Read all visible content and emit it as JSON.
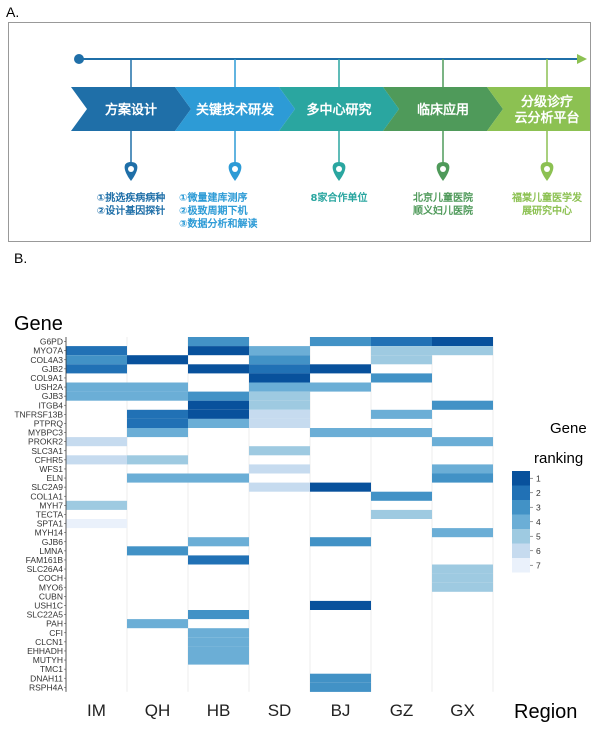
{
  "panel_a": {
    "label": "A.",
    "stages": [
      {
        "name": "方案设计",
        "color": "#1f6fa8",
        "points": [
          "①挑选疾病病种",
          "②设计基因探针"
        ]
      },
      {
        "name": "关键技术研发",
        "color": "#2d9bd6",
        "points": [
          "①微量建库测序",
          "②极致周期下机",
          "③数据分析和解读"
        ]
      },
      {
        "name": "多中心研究",
        "color": "#2aa6a0",
        "points": [
          "8家合作单位"
        ]
      },
      {
        "name": "临床应用",
        "color": "#4f9a5a",
        "points": [
          "北京儿童医院",
          "顺义妇儿医院"
        ]
      },
      {
        "name": "分级诊疗 云分析平台",
        "color": "#8cc152",
        "points": [
          "福棠儿童医学发",
          "展研究中心"
        ]
      }
    ]
  },
  "panel_b": {
    "label": "B.",
    "y_title": "Gene",
    "x_title": "Region",
    "legend_title_1": "Gene",
    "legend_title_2": "ranking",
    "legend_levels": [
      "1",
      "2",
      "3",
      "4",
      "5",
      "6",
      "7"
    ],
    "legend_colors": [
      "#08306b",
      "#08519c",
      "#2171b5",
      "#4292c6",
      "#6baed6",
      "#9ecae1",
      "#c6dbef",
      "#eaf1fb"
    ],
    "chart_data": {
      "type": "heatmap",
      "x_title": "Region",
      "y_title": "Gene",
      "regions": [
        "IM",
        "QH",
        "HB",
        "SD",
        "BJ",
        "GZ",
        "GX"
      ],
      "genes": [
        "G6PD",
        "MYO7A",
        "COL4A3",
        "GJB2",
        "COL9A1",
        "USH2A",
        "GJB3",
        "ITGB4",
        "TNFRSF13B",
        "PTPRQ",
        "MYBPC3",
        "PROKR2",
        "SLC3A1",
        "CFHR5",
        "WFS1",
        "ELN",
        "SLC2A9",
        "COL1A1",
        "MYH7",
        "TECTA",
        "SPTA1",
        "MYH14",
        "GJB6",
        "LMNA",
        "FAM161B",
        "SLC26A4",
        "COCH",
        "MYO6",
        "CUBN",
        "USH1C",
        "SLC22A5",
        "PAH",
        "CFI",
        "CLCN1",
        "EHHADH",
        "MUTYH",
        "TMC1",
        "DNAH11",
        "RSPH4A"
      ],
      "legend": "Gene ranking",
      "levels": [
        1,
        2,
        3,
        4,
        5,
        6,
        7
      ],
      "cells": [
        {
          "gene": "G6PD",
          "region": "HB",
          "rank": 3
        },
        {
          "gene": "G6PD",
          "region": "BJ",
          "rank": 3
        },
        {
          "gene": "G6PD",
          "region": "GZ",
          "rank": 2
        },
        {
          "gene": "G6PD",
          "region": "GX",
          "rank": 1
        },
        {
          "gene": "MYO7A",
          "region": "IM",
          "rank": 2
        },
        {
          "gene": "MYO7A",
          "region": "HB",
          "rank": 1
        },
        {
          "gene": "MYO7A",
          "region": "SD",
          "rank": 4
        },
        {
          "gene": "MYO7A",
          "region": "GZ",
          "rank": 5
        },
        {
          "gene": "MYO7A",
          "region": "GX",
          "rank": 5
        },
        {
          "gene": "COL4A3",
          "region": "IM",
          "rank": 3
        },
        {
          "gene": "COL4A3",
          "region": "QH",
          "rank": 1
        },
        {
          "gene": "COL4A3",
          "region": "SD",
          "rank": 3
        },
        {
          "gene": "COL4A3",
          "region": "GZ",
          "rank": 5
        },
        {
          "gene": "GJB2",
          "region": "IM",
          "rank": 2
        },
        {
          "gene": "GJB2",
          "region": "HB",
          "rank": 1
        },
        {
          "gene": "GJB2",
          "region": "SD",
          "rank": 2
        },
        {
          "gene": "GJB2",
          "region": "BJ",
          "rank": 1
        },
        {
          "gene": "COL9A1",
          "region": "SD",
          "rank": 1
        },
        {
          "gene": "COL9A1",
          "region": "GZ",
          "rank": 3
        },
        {
          "gene": "USH2A",
          "region": "IM",
          "rank": 4
        },
        {
          "gene": "USH2A",
          "region": "QH",
          "rank": 4
        },
        {
          "gene": "USH2A",
          "region": "SD",
          "rank": 4
        },
        {
          "gene": "USH2A",
          "region": "BJ",
          "rank": 4
        },
        {
          "gene": "GJB3",
          "region": "IM",
          "rank": 4
        },
        {
          "gene": "GJB3",
          "region": "QH",
          "rank": 4
        },
        {
          "gene": "GJB3",
          "region": "HB",
          "rank": 3
        },
        {
          "gene": "GJB3",
          "region": "SD",
          "rank": 5
        },
        {
          "gene": "ITGB4",
          "region": "HB",
          "rank": 1
        },
        {
          "gene": "ITGB4",
          "region": "SD",
          "rank": 5
        },
        {
          "gene": "ITGB4",
          "region": "GX",
          "rank": 3
        },
        {
          "gene": "TNFRSF13B",
          "region": "QH",
          "rank": 2
        },
        {
          "gene": "TNFRSF13B",
          "region": "HB",
          "rank": 1
        },
        {
          "gene": "TNFRSF13B",
          "region": "SD",
          "rank": 6
        },
        {
          "gene": "TNFRSF13B",
          "region": "GZ",
          "rank": 4
        },
        {
          "gene": "PTPRQ",
          "region": "QH",
          "rank": 2
        },
        {
          "gene": "PTPRQ",
          "region": "HB",
          "rank": 4
        },
        {
          "gene": "PTPRQ",
          "region": "SD",
          "rank": 6
        },
        {
          "gene": "MYBPC3",
          "region": "QH",
          "rank": 4
        },
        {
          "gene": "MYBPC3",
          "region": "BJ",
          "rank": 4
        },
        {
          "gene": "MYBPC3",
          "region": "GZ",
          "rank": 4
        },
        {
          "gene": "PROKR2",
          "region": "IM",
          "rank": 6
        },
        {
          "gene": "PROKR2",
          "region": "GX",
          "rank": 4
        },
        {
          "gene": "SLC3A1",
          "region": "SD",
          "rank": 5
        },
        {
          "gene": "CFHR5",
          "region": "IM",
          "rank": 6
        },
        {
          "gene": "CFHR5",
          "region": "QH",
          "rank": 5
        },
        {
          "gene": "WFS1",
          "region": "SD",
          "rank": 6
        },
        {
          "gene": "WFS1",
          "region": "GX",
          "rank": 4
        },
        {
          "gene": "ELN",
          "region": "QH",
          "rank": 4
        },
        {
          "gene": "ELN",
          "region": "HB",
          "rank": 4
        },
        {
          "gene": "ELN",
          "region": "GX",
          "rank": 3
        },
        {
          "gene": "SLC2A9",
          "region": "SD",
          "rank": 6
        },
        {
          "gene": "SLC2A9",
          "region": "BJ",
          "rank": 1
        },
        {
          "gene": "COL1A1",
          "region": "GZ",
          "rank": 3
        },
        {
          "gene": "MYH7",
          "region": "IM",
          "rank": 5
        },
        {
          "gene": "TECTA",
          "region": "GZ",
          "rank": 5
        },
        {
          "gene": "SPTA1",
          "region": "IM",
          "rank": 7
        },
        {
          "gene": "MYH14",
          "region": "GX",
          "rank": 4
        },
        {
          "gene": "GJB6",
          "region": "HB",
          "rank": 4
        },
        {
          "gene": "GJB6",
          "region": "BJ",
          "rank": 3
        },
        {
          "gene": "LMNA",
          "region": "QH",
          "rank": 3
        },
        {
          "gene": "FAM161B",
          "region": "HB",
          "rank": 2
        },
        {
          "gene": "SLC26A4",
          "region": "GX",
          "rank": 5
        },
        {
          "gene": "COCH",
          "region": "GX",
          "rank": 5
        },
        {
          "gene": "MYO6",
          "region": "GX",
          "rank": 5
        },
        {
          "gene": "USH1C",
          "region": "BJ",
          "rank": 1
        },
        {
          "gene": "SLC22A5",
          "region": "HB",
          "rank": 3
        },
        {
          "gene": "PAH",
          "region": "QH",
          "rank": 4
        },
        {
          "gene": "CFI",
          "region": "HB",
          "rank": 4
        },
        {
          "gene": "CLCN1",
          "region": "HB",
          "rank": 4
        },
        {
          "gene": "EHHADH",
          "region": "HB",
          "rank": 4
        },
        {
          "gene": "MUTYH",
          "region": "HB",
          "rank": 4
        },
        {
          "gene": "DNAH11",
          "region": "BJ",
          "rank": 3
        },
        {
          "gene": "RSPH4A",
          "region": "BJ",
          "rank": 3
        }
      ]
    }
  }
}
